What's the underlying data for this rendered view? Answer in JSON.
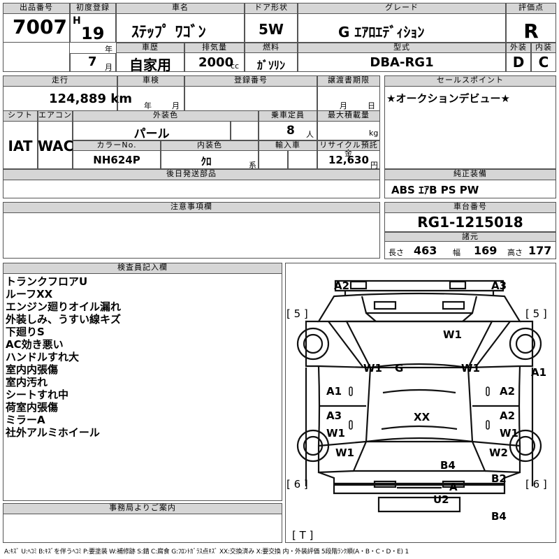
{
  "header": {
    "lot_label": "出品番号",
    "lot_no": "7007",
    "first_reg_label": "初度登録",
    "era": "H",
    "year": "19",
    "year_unit": "年",
    "month": "7",
    "month_unit": "月",
    "car_name_label": "車名",
    "car_name": "ｽﾃｯﾌﾟ ﾜｺﾞﾝ",
    "door_label": "ドア形状",
    "door": "5W",
    "grade_label": "グレード",
    "grade": "G ｴｱﾛｴﾃﾞｨｼｮﾝ",
    "score_label": "評価点",
    "score": "R",
    "history_label": "車歴",
    "history": "自家用",
    "displacement_label": "排気量",
    "displacement": "2000",
    "displacement_unit": "cc",
    "fuel_label": "燃料",
    "fuel": "ｶﾞｿﾘﾝ",
    "model_label": "型式",
    "model": "DBA-RG1",
    "ext_label": "外装",
    "ext_grade": "D",
    "int_label": "内装",
    "int_grade": "C"
  },
  "row2": {
    "mileage_label": "走行",
    "mileage": "124,889 km",
    "inspection_label": "車検",
    "insp_year_unit": "年",
    "insp_month_unit": "月",
    "reg_no_label": "登録番号",
    "transfer_label": "譲渡書期限",
    "transfer_month_unit": "月",
    "transfer_day_unit": "日",
    "sales_label": "セールスポイント",
    "sales_point": "★オークションデビュー★"
  },
  "row3": {
    "shift_label": "シフト",
    "shift": "IAT",
    "ac_label": "エアコン",
    "ac": "WAC",
    "ext_color_label": "外装色",
    "ext_color": "パール",
    "capacity_label": "乗車定員",
    "capacity": "8",
    "capacity_unit": "人",
    "max_load_label": "最大積載量",
    "max_load_unit": "kg",
    "color_no_label": "カラーNo.",
    "color_no": "NH624P",
    "int_color_label": "内装色",
    "int_color": "ｸﾛ",
    "int_color_unit": "系",
    "import_label": "輸入車",
    "recycle_label": "リサイクル預託金",
    "recycle": "12,630",
    "recycle_unit": "円"
  },
  "later_parts_label": "後日発送部品",
  "equipment_label": "純正装備",
  "equipment": "ABS ｴｱB PS PW",
  "notes_label": "注意事項欄",
  "chassis_label": "車台番号",
  "chassis": "RG1-1215018",
  "dims": {
    "label": "諸元",
    "length_label": "長さ",
    "length": "463",
    "width_label": "幅",
    "width": "169",
    "height_label": "高さ",
    "height": "177"
  },
  "inspector": {
    "label": "検査員記入欄",
    "lines": [
      "トランクフロアU",
      "ルーフXX",
      "エンジン廻りオイル漏れ",
      "外装しみ、うすい線キズ",
      "下廻りS",
      "AC効き悪い",
      "ハンドルすれ大",
      "室内内張傷",
      "室内汚れ",
      "シートすれ中",
      "荷室内張傷",
      "ミラーA",
      "社外アルミホイール"
    ]
  },
  "office_label": "事務局よりご案内",
  "legend": "A:ｷｽﾞ U:ﾍｺﾐ B:ｷｽﾞを伴うﾍｺﾐ P:要塗装 W:補修跡 S:錆 C:腐食 G:ﾌﾛﾝﾄｶﾞﾗｽ点ｷｽﾞ XX:交換済み X:要交換 内・外装評価 5段階ﾗﾝｸ順(A・B・C・D・E) 1",
  "diagram": {
    "marks": [
      "A2",
      "A3",
      "W1",
      "W1",
      "G",
      "W1",
      "A1",
      "A1",
      "A2",
      "A3",
      "XX",
      "A2",
      "W1",
      "W1",
      "W1",
      "W2",
      "B4",
      "B2",
      "A",
      "U2",
      "B4"
    ],
    "corner_5_left": "[ 5 ]",
    "corner_5_right": "[ 5 ]",
    "corner_6_left": "[ 6 ]",
    "corner_6_right": "[ 6 ]",
    "corner_t": "[ T ]"
  }
}
